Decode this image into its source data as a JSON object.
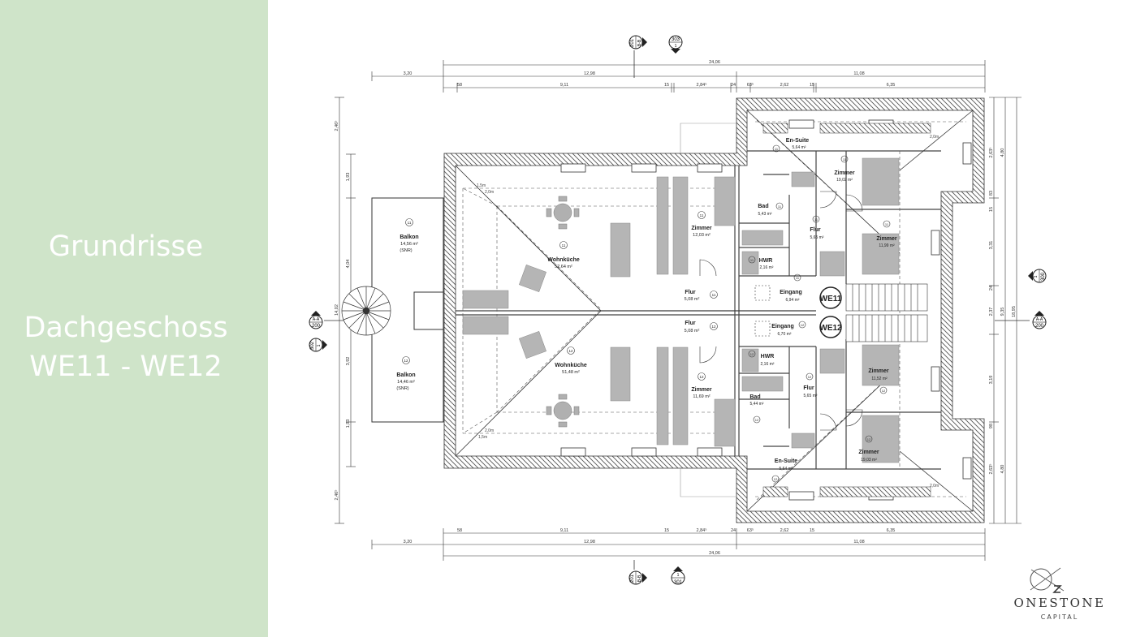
{
  "sidebar": {
    "title": "Grundrisse",
    "subtitle_line1": "Dachgeschoss",
    "subtitle_line2": "WE11 - WE12",
    "background": "#cfe4c9"
  },
  "plan": {
    "dims_top": {
      "total": "24,06",
      "left": "3,20",
      "mid": "12,98",
      "right": "11,08",
      "d1": "58",
      "d2": "9,11",
      "d3": "15",
      "d4": "2,84⁵",
      "d5": "24",
      "d6": "63⁵",
      "d7": "2,62",
      "d8": "15",
      "d9": "6,35"
    },
    "dims_left": {
      "a": "2,46⁵",
      "b": "1,93",
      "c": "4,04",
      "d": "14,02",
      "e": "3,92",
      "f": "1,93",
      "g": "2,46⁵"
    },
    "dims_right": {
      "a": "2,63⁵",
      "b": "4,80",
      "c": "83",
      "d": "15",
      "e": "3,31",
      "f": "24",
      "g": "2,37",
      "h": "9,35",
      "i": "18,95",
      "j": "3,19",
      "k": "98",
      "l": "2,63⁵",
      "m": "4,80"
    },
    "section_marks": {
      "top_left": "201",
      "top_left_sub": "B-B",
      "top_right": "303",
      "top_right_sub": "1",
      "bottom_left": "201",
      "bottom_left_sub": "B-B",
      "bottom_right": "301",
      "bottom_right_sub": "1",
      "left": "200",
      "left_sub": "A-A",
      "left2": "302",
      "left2_sub": "1",
      "right": "300",
      "right_sub": "1",
      "right2": "200",
      "right2_sub": "A-A"
    },
    "units": {
      "we11": "WE11",
      "we12": "WE12"
    },
    "rooms": {
      "balkon11": {
        "name": "Balkon",
        "area": "14,56 m²",
        "note": "(SNR)",
        "num": "11"
      },
      "balkon12": {
        "name": "Balkon",
        "area": "14,46 m²",
        "note": "(SNR)",
        "num": "12"
      },
      "wohn11": {
        "name": "Wohnküche",
        "area": "52,64 m²",
        "num": "11"
      },
      "wohn12": {
        "name": "Wohnküche",
        "area": "51,48 m²",
        "num": "12"
      },
      "zim11a": {
        "name": "Zimmer",
        "area": "12,03 m²",
        "num": "11"
      },
      "zim12a": {
        "name": "Zimmer",
        "area": "11,69 m²",
        "num": "12"
      },
      "flur11": {
        "name": "Flur",
        "area": "5,08 m²",
        "num": "11"
      },
      "flur12": {
        "name": "Flur",
        "area": "5,08 m²",
        "num": "12"
      },
      "bad11": {
        "name": "Bad",
        "area": "5,43 m²",
        "num": "11"
      },
      "bad12": {
        "name": "Bad",
        "area": "5,44 m²",
        "num": "12"
      },
      "hwr11": {
        "name": "HWR",
        "area": "2,16 m²",
        "num": "11"
      },
      "hwr12": {
        "name": "HWR",
        "area": "2,16 m²",
        "num": "12"
      },
      "ein11": {
        "name": "Eingang",
        "area": "6,94 m²",
        "num": "11"
      },
      "ein12": {
        "name": "Eingang",
        "area": "6,70 m²",
        "num": "12"
      },
      "flurb11": {
        "name": "Flur",
        "area": "5,65 m²",
        "num": "11"
      },
      "flurb12": {
        "name": "Flur",
        "area": "5,65 m²",
        "num": "12"
      },
      "ens11": {
        "name": "En-Suite",
        "area": "5,64 m²",
        "num": "11"
      },
      "ens12": {
        "name": "En-Suite",
        "area": "5,64 m²",
        "num": "12"
      },
      "zimb11": {
        "name": "Zimmer",
        "area": "19,02 m²",
        "num": "11"
      },
      "zimb12": {
        "name": "Zimmer",
        "area": "19,03 m²",
        "num": "12"
      },
      "zimc11": {
        "name": "Zimmer",
        "area": "11,99 m²",
        "num": "11"
      },
      "zimc12": {
        "name": "Zimmer",
        "area": "11,52 m²",
        "num": "12"
      }
    },
    "roof_marks": {
      "a": "2,0m",
      "b": "2,0m",
      "c": "1,5m",
      "d": "1,5m"
    }
  },
  "logo": {
    "name": "ONESTONE",
    "sub": "CAPITAL"
  }
}
